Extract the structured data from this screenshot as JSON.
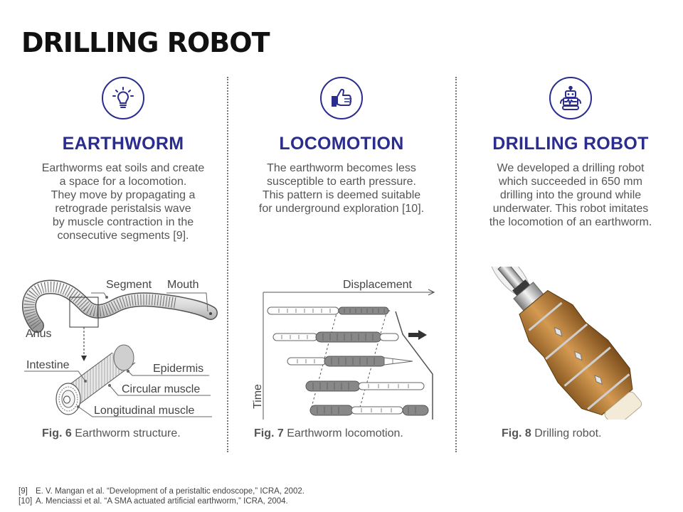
{
  "title": "DRILLING ROBOT",
  "colors": {
    "accent": "#2b2d8e",
    "text": "#555555",
    "title": "#111111"
  },
  "columns": [
    {
      "icon": "lightbulb-icon",
      "heading": "EARTHWORM",
      "body": "Earthworms eat soils and create\na space for a locomotion.\nThey move by propagating a\nretrograde peristalsis wave\nby muscle contraction in the\nconsecutive segments [9]."
    },
    {
      "icon": "thumbs-up-icon",
      "heading": "LOCOMOTION",
      "body": "The earthworm becomes less\nsusceptible to earth pressure.\nThis pattern is deemed suitable\nfor underground exploration [10]."
    },
    {
      "icon": "robot-icon",
      "heading": "DRILLING ROBOT",
      "body": "We developed a drilling robot\nwhich succeeded in 650 mm\ndrilling into the ground while\nunderwater. This robot imitates\nthe locomotion of an earthworm."
    }
  ],
  "fig6": {
    "labels": {
      "segment": "Segment",
      "mouth": "Mouth",
      "anus": "Anus",
      "intestine": "Intestine",
      "epidermis": "Epidermis",
      "circular_muscle": "Circular muscle",
      "longitudinal_muscle": "Longitudinal muscle"
    },
    "caption_num": "Fig. 6",
    "caption_text": " Earthworm structure."
  },
  "fig7": {
    "x_label": "Displacement",
    "y_label": "Time",
    "caption_num": "Fig. 7",
    "caption_text": " Earthworm locomotion."
  },
  "fig8": {
    "caption_num": "Fig. 8",
    "caption_text": " Drilling robot."
  },
  "references": [
    {
      "num": "[9]",
      "text": "E. V. Mangan et al. “Development of a peristaltic endoscope,” ICRA, 2002."
    },
    {
      "num": "[10]",
      "text": "A. Menciassi et al. “A SMA actuated artificial earthworm,” ICRA, 2004."
    }
  ]
}
